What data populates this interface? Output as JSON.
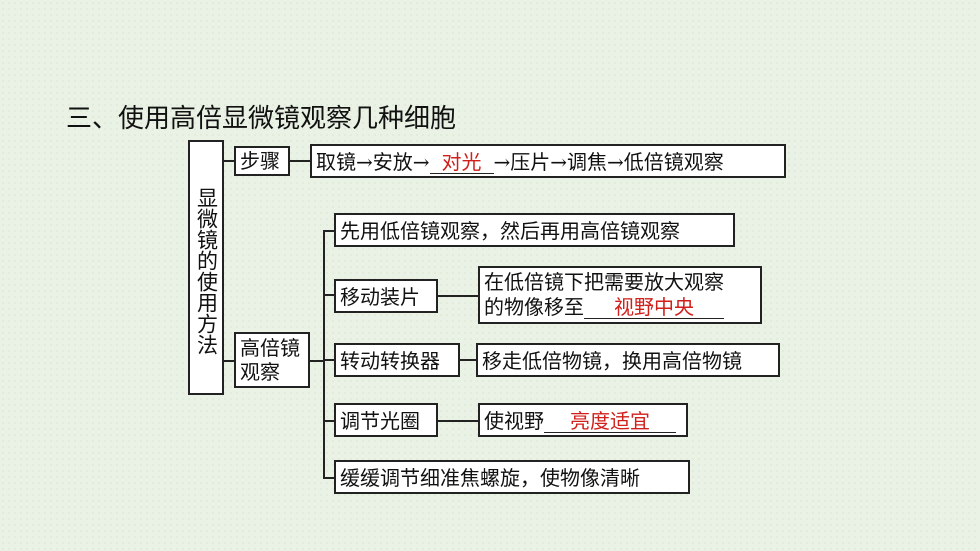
{
  "title": "三、使用高倍显微镜观察几种细胞",
  "root": "显微镜的使用方法",
  "steps": {
    "label": "步骤",
    "seq_before": "取镜→安放→",
    "answer": "对光",
    "seq_after": "→压片→调焦→低倍镜观察"
  },
  "high": {
    "label_line1": "高倍镜",
    "label_line2": "观察",
    "item1": "先用低倍镜观察，然后再用高倍镜观察",
    "item2": {
      "label": "移动装片",
      "desc_line1": "在低倍镜下把需要放大观察",
      "desc_line2": "的物像移至",
      "answer": "视野中央"
    },
    "item3": {
      "label": "转动转换器",
      "desc": "移走低倍物镜，换用高倍物镜"
    },
    "item4": {
      "label": "调节光圈",
      "desc": "使视野",
      "answer": "亮度适宜"
    },
    "item5": "缓缓调节细准焦螺旋，使物像清晰"
  },
  "colors": {
    "answer": "#d0201c",
    "background": "#e9f2e4"
  }
}
